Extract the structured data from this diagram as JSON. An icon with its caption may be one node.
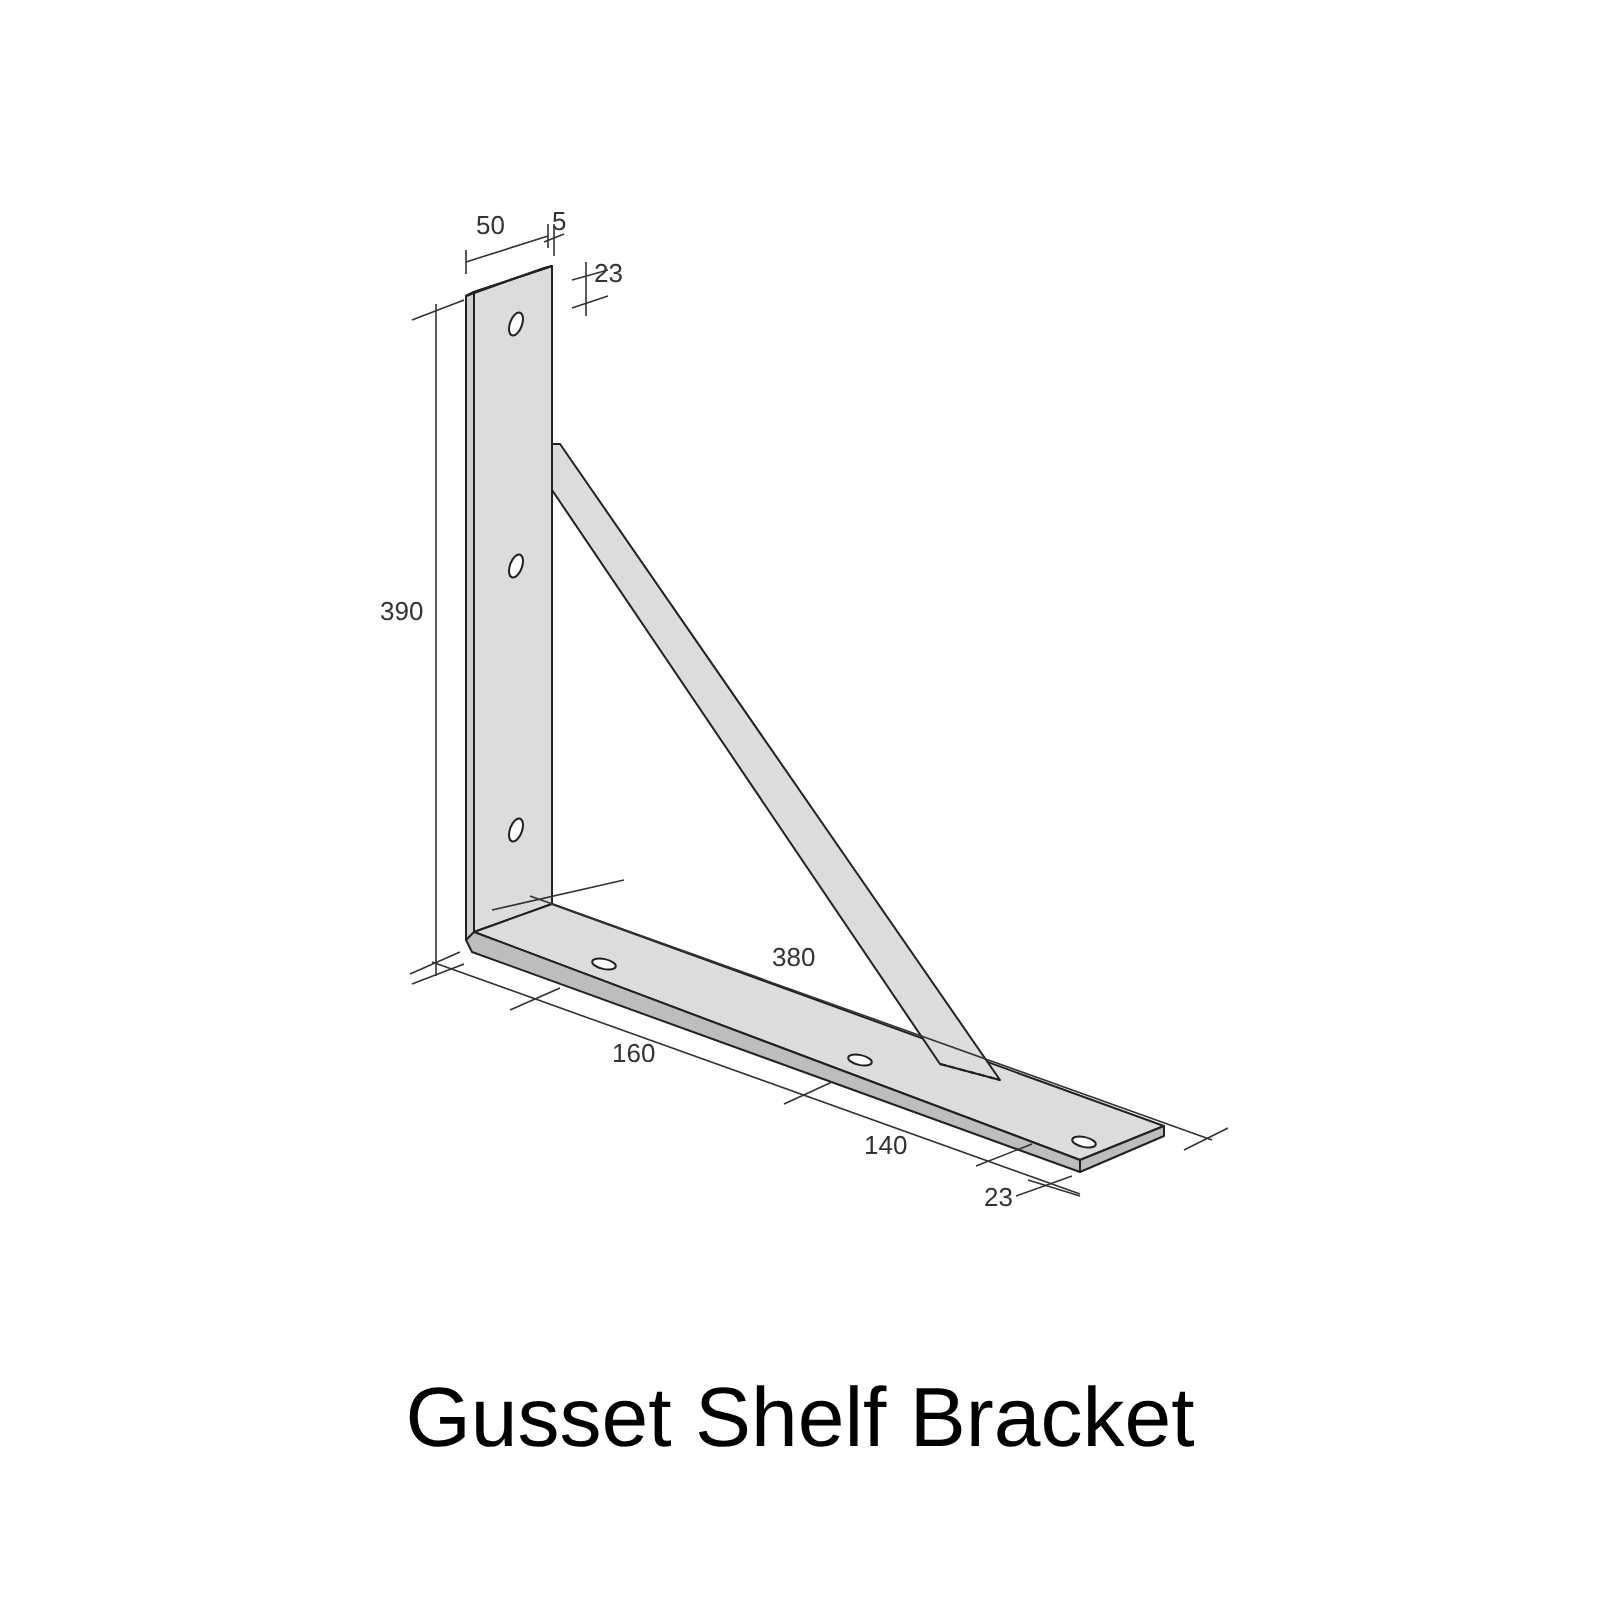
{
  "diagram": {
    "title": "Gusset Shelf Bracket",
    "labels": [
      "50",
      "5",
      "23",
      "390",
      "380",
      "160",
      "140",
      "23"
    ]
  }
}
